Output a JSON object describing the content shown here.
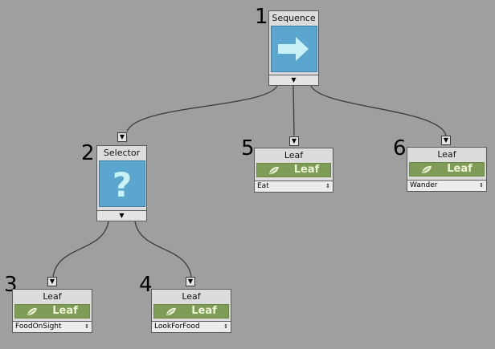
{
  "nodes": [
    {
      "key": "sequence",
      "number": "1",
      "title": "Sequence",
      "icon": "arrow-right-icon"
    },
    {
      "key": "selector",
      "number": "2",
      "title": "Selector",
      "icon": "question-mark-icon"
    },
    {
      "key": "food_on_sight",
      "number": "3",
      "title": "Leaf",
      "badge": "Leaf",
      "action": "FoodOnSight"
    },
    {
      "key": "look_for_food",
      "number": "4",
      "title": "Leaf",
      "badge": "Leaf",
      "action": "LookForFood"
    },
    {
      "key": "eat",
      "number": "5",
      "title": "Leaf",
      "badge": "Leaf",
      "action": "Eat"
    },
    {
      "key": "wander",
      "number": "6",
      "title": "Leaf",
      "badge": "Leaf",
      "action": "Wander"
    }
  ],
  "glyphs": {
    "down_arrow": "▼",
    "updown": "⇕"
  },
  "colors": {
    "background": "#9f9f9f",
    "composite_icon": "#5aa6cf",
    "leaf_badge": "#7e9c55",
    "connection": "#3a3a3a"
  }
}
